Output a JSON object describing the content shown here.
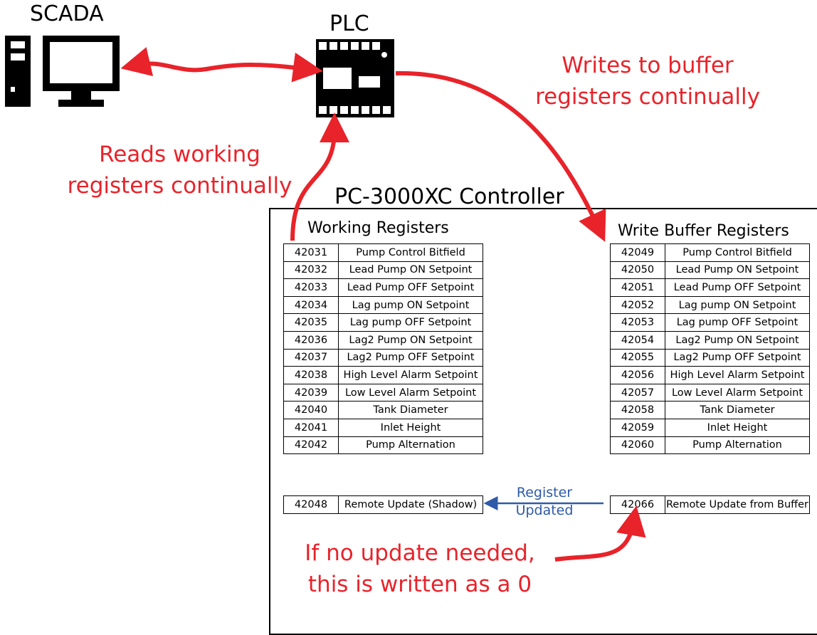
{
  "labels": {
    "scada": "SCADA",
    "plc": "PLC",
    "writes_note_line1": "Writes to buffer",
    "writes_note_line2": "registers continually",
    "reads_note_line1": "Reads working",
    "reads_note_line2": "registers continually",
    "controller_title": "PC-3000XC Controller",
    "working_title": "Working Registers",
    "buffer_title": "Write Buffer Registers",
    "register_updated_line1": "Register",
    "register_updated_line2": "Updated",
    "zero_note_line1": "If no update needed,",
    "zero_note_line2": "this is written as a 0"
  },
  "working_registers": [
    {
      "addr": "42031",
      "name": "Pump Control Bitfield"
    },
    {
      "addr": "42032",
      "name": "Lead Pump ON Setpoint"
    },
    {
      "addr": "42033",
      "name": "Lead Pump OFF Setpoint"
    },
    {
      "addr": "42034",
      "name": "Lag pump ON Setpoint"
    },
    {
      "addr": "42035",
      "name": "Lag pump OFF Setpoint"
    },
    {
      "addr": "42036",
      "name": "Lag2 Pump ON Setpoint"
    },
    {
      "addr": "42037",
      "name": "Lag2 Pump OFF Setpoint"
    },
    {
      "addr": "42038",
      "name": "High Level Alarm Setpoint"
    },
    {
      "addr": "42039",
      "name": "Low Level Alarm Setpoint"
    },
    {
      "addr": "42040",
      "name": "Tank Diameter"
    },
    {
      "addr": "42041",
      "name": "Inlet Height"
    },
    {
      "addr": "42042",
      "name": "Pump Alternation"
    }
  ],
  "buffer_registers": [
    {
      "addr": "42049",
      "name": "Pump Control Bitfield"
    },
    {
      "addr": "42050",
      "name": "Lead Pump ON Setpoint"
    },
    {
      "addr": "42051",
      "name": "Lead Pump OFF Setpoint"
    },
    {
      "addr": "42052",
      "name": "Lag pump ON Setpoint"
    },
    {
      "addr": "42053",
      "name": "Lag pump OFF Setpoint"
    },
    {
      "addr": "42054",
      "name": "Lag2 Pump ON Setpoint"
    },
    {
      "addr": "42055",
      "name": "Lag2 Pump OFF Setpoint"
    },
    {
      "addr": "42056",
      "name": "High Level Alarm Setpoint"
    },
    {
      "addr": "42057",
      "name": "Low Level Alarm Setpoint"
    },
    {
      "addr": "42058",
      "name": "Tank Diameter"
    },
    {
      "addr": "42059",
      "name": "Inlet Height"
    },
    {
      "addr": "42060",
      "name": "Pump Alternation"
    }
  ],
  "shadow_register": {
    "addr": "42048",
    "name": "Remote Update (Shadow)"
  },
  "buffer_update_register": {
    "addr": "42066",
    "name": "Remote Update from Buffer"
  },
  "icons": {
    "scada": "computer-icon",
    "plc": "plc-module-icon"
  },
  "colors": {
    "annotation_red": "#e8232a",
    "update_blue": "#2e5aa8",
    "line": "#000000"
  }
}
